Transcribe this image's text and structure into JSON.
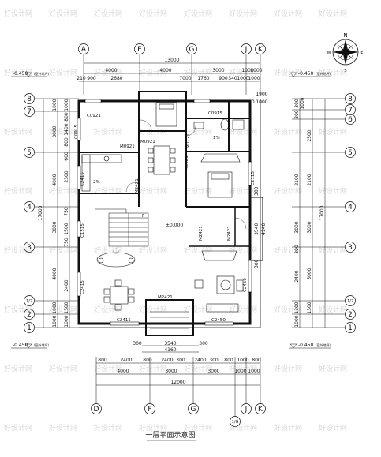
{
  "title": "一层平面示意图",
  "compass": {
    "north": "N",
    "south": "S",
    "east": "E",
    "west": "W"
  },
  "watermark": "好设计网",
  "levels": {
    "outdoor": "-0.450",
    "outdoor_note": "(室外地坪)",
    "floor": "±0.000"
  },
  "axes_top": [
    "A",
    "E",
    "G",
    "J",
    "K"
  ],
  "axes_bottom": [
    "D",
    "F",
    "G",
    "J",
    "K",
    "1/G"
  ],
  "axes_left": [
    "8",
    "7",
    "5",
    "4",
    "3",
    "1/2",
    "2",
    "1"
  ],
  "axes_right": [
    "8",
    "7",
    "6",
    "5",
    "4",
    "3",
    "1/2",
    "2",
    "1"
  ],
  "dims_top_total": "13000",
  "dims_top_mid": [
    "4000",
    "4000",
    "3000",
    "1000",
    "1000"
  ],
  "dims_top_detail": [
    "210",
    "900",
    "2680",
    "7000",
    "1760",
    "900",
    "340",
    "1000",
    "1000"
  ],
  "dims_top_right": [
    "1900",
    "300",
    "1000"
  ],
  "dims_bottom_detail": [
    "800",
    "2400",
    "800",
    "2400",
    "300",
    "2400",
    "300",
    "800",
    "1000",
    "800"
  ],
  "dims_bottom_mid": [
    "4000",
    "3000",
    "3000",
    "1000",
    "1000"
  ],
  "dims_bottom_total": "12000",
  "dims_bottom_door": [
    "300",
    "3540",
    "4160",
    "300"
  ],
  "dims_left_outer": "17000",
  "dims_left_mid": [
    "1000",
    "3000",
    "4000",
    "3000",
    "4000",
    "1000",
    "1000"
  ],
  "dims_left_detail": [
    "1000",
    "800",
    "1400",
    "800",
    "600",
    "2300",
    "750",
    "1500",
    "750",
    "2400",
    "1300",
    "1000"
  ],
  "dims_right_outer": "17000",
  "dims_right_mid": [
    "2500",
    "2100",
    "3000",
    "5000",
    "1300"
  ],
  "dims_right_detail": [
    "300",
    "300",
    "1000",
    "2100",
    "3000",
    "300",
    "2400",
    "1300",
    "1000"
  ],
  "dims_center": [
    "300",
    "3540",
    "4140",
    "300",
    "300"
  ],
  "labels": {
    "windows": [
      "C0921",
      "C0915",
      "C0915",
      "C2415",
      "C2415",
      "C1515",
      "C2415",
      "C2450",
      "C2450",
      "C2115"
    ],
    "doors": [
      "M0921",
      "M0921",
      "M0721",
      "M0921",
      "M2421",
      "M2421",
      "M2421",
      "M2421"
    ],
    "slope": "1%",
    "slope2": "2%",
    "up": "F"
  }
}
